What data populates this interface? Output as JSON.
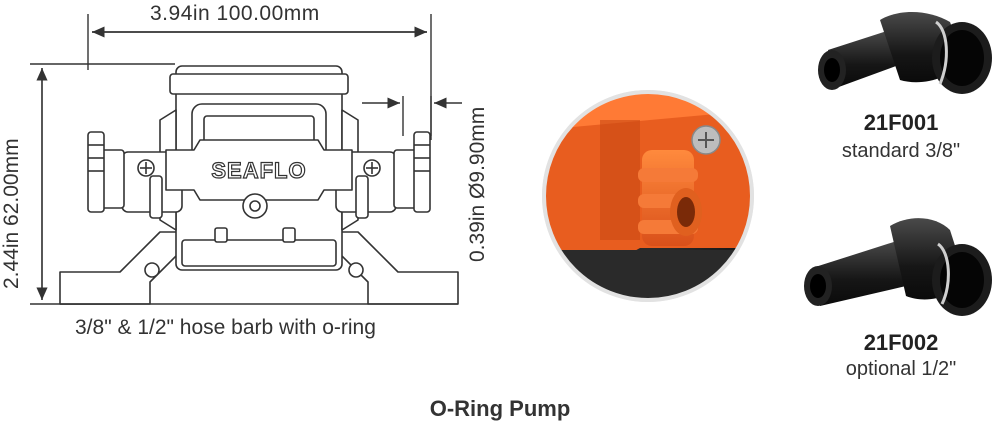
{
  "dimensions": {
    "width_label": "3.94in  100.00mm",
    "height_label": "2.44in  62.00mm",
    "diameter_label": "0.39in  Ø9.90mm"
  },
  "pump": {
    "brand": "SEAFLO",
    "caption": "3/8\" & 1/2\" hose barb with o-ring"
  },
  "fittings": [
    {
      "code": "21F001",
      "description": "standard 3/8\""
    },
    {
      "code": "21F002",
      "description": "optional 1/2\""
    }
  ],
  "title": "O-Ring Pump",
  "colors": {
    "line": "#333333",
    "barb": "#f26a24",
    "fitting": "#1a1a1a"
  }
}
